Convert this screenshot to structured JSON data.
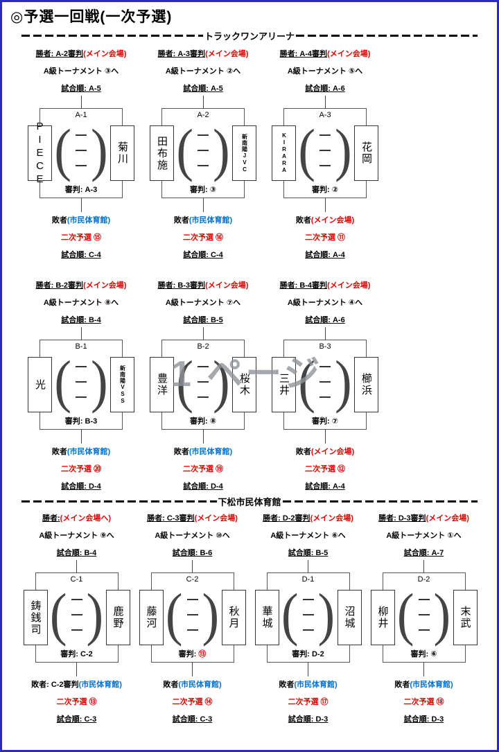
{
  "page": {
    "title": "◎予選一回戦(一次予選)",
    "watermark": "1 ページ",
    "accent_red": "#e60000",
    "accent_blue": "#0070d0",
    "border_blue": "#2a2ac2"
  },
  "venues": [
    {
      "name": "トラックワンアリーナ",
      "row_class": "row-a-b",
      "rows": [
        {
          "units": [
            {
              "winner_main": "勝者: A-2審判",
              "winner_paren": "(メイン会場)",
              "advance": "A級トーナメント ③へ",
              "order_top": "試合順: A-5",
              "match_id": "A-1",
              "team_left": "PIECE",
              "team_left_small": false,
              "team_right": "菊川",
              "team_right_small": false,
              "referee_label": "審判:",
              "referee_value": "A-3",
              "referee_red": false,
              "loser_main": "敗者",
              "loser_paren": "(市民体育館)",
              "loser_paren_color": "blue",
              "second_round": "二次予選 ⑮",
              "order_bottom": "試合順: C-4"
            },
            {
              "winner_main": "勝者: A-3審判",
              "winner_paren": "(メイン会場)",
              "advance": "A級トーナメント ②へ",
              "order_top": "試合順: A-5",
              "match_id": "A-2",
              "team_left": "田布施",
              "team_left_small": false,
              "team_right": "新南陽JVC",
              "team_right_small": true,
              "referee_label": "審判:",
              "referee_value": "③",
              "referee_red": false,
              "loser_main": "敗者",
              "loser_paren": "(市民体育館)",
              "loser_paren_color": "blue",
              "second_round": "二次予選 ⑯",
              "order_bottom": "試合順: C-4"
            },
            {
              "winner_main": "勝者: A-4審判",
              "winner_paren": "(メイン会場)",
              "advance": "A級トーナメント ⑤へ",
              "order_top": "試合順: A-6",
              "match_id": "A-3",
              "team_left": "KIRARA",
              "team_left_small": true,
              "team_right": "花岡",
              "team_right_small": false,
              "referee_label": "審判:",
              "referee_value": "②",
              "referee_red": false,
              "loser_main": "敗者",
              "loser_paren": "(メイン会場)",
              "loser_paren_color": "red",
              "second_round": "二次予選 ⑪",
              "order_bottom": "試合順: A-4"
            }
          ]
        },
        {
          "units": [
            {
              "winner_main": "勝者: B-2審判",
              "winner_paren": "(メイン会場)",
              "advance": "A級トーナメント ⑧へ",
              "order_top": "試合順: B-4",
              "match_id": "B-1",
              "team_left": "光",
              "team_left_small": false,
              "team_right": "新南陽VSS",
              "team_right_small": true,
              "referee_label": "審判:",
              "referee_value": "B-3",
              "referee_red": false,
              "loser_main": "敗者",
              "loser_paren": "(市民体育館)",
              "loser_paren_color": "blue",
              "second_round": "二次予選 ⑳",
              "order_bottom": "試合順: D-4"
            },
            {
              "winner_main": "勝者: B-3審判",
              "winner_paren": "(メイン会場)",
              "advance": "A級トーナメント ⑦へ",
              "order_top": "試合順: B-5",
              "match_id": "B-2",
              "team_left": "豊洋",
              "team_left_small": false,
              "team_right": "桜木",
              "team_right_small": false,
              "referee_label": "審判:",
              "referee_value": "⑧",
              "referee_red": false,
              "loser_main": "敗者",
              "loser_paren": "(市民体育館)",
              "loser_paren_color": "blue",
              "second_round": "二次予選 ⑲",
              "order_bottom": "試合順: D-4"
            },
            {
              "winner_main": "勝者: B-4審判",
              "winner_paren": "(メイン会場)",
              "advance": "A級トーナメント ④へ",
              "order_top": "試合順: A-6",
              "match_id": "B-3",
              "team_left": "三井",
              "team_left_small": false,
              "team_right": "櫛浜",
              "team_right_small": false,
              "referee_label": "審判:",
              "referee_value": "⑦",
              "referee_red": false,
              "loser_main": "敗者",
              "loser_paren": "(メイン会場)",
              "loser_paren_color": "red",
              "second_round": "二次予選 ⑫",
              "order_bottom": "試合順: A-4"
            }
          ]
        }
      ]
    },
    {
      "name": "下松市民体育館",
      "rows": [
        {
          "units": [
            {
              "winner_main": "勝者:",
              "winner_paren": "(メイン会場へ)",
              "advance": "A級トーナメント ⑨へ",
              "order_top": "試合順: B-4",
              "match_id": "C-1",
              "team_left": "鋳銭司",
              "team_left_small": false,
              "team_right": "鹿野",
              "team_right_small": false,
              "referee_label": "審判:",
              "referee_value": "C-2",
              "referee_red": false,
              "loser_main": "敗者: C-2審判",
              "loser_paren": "(市民体育館)",
              "loser_paren_color": "blue",
              "second_round": "二次予選 ⑬",
              "order_bottom": "試合順: C-3"
            },
            {
              "winner_main": "勝者: C-3審判",
              "winner_paren": "(メイン会場)",
              "advance": "A級トーナメント ⑩へ",
              "order_top": "試合順: B-6",
              "match_id": "C-2",
              "team_left": "藤河",
              "team_left_small": false,
              "team_right": "秋月",
              "team_right_small": false,
              "referee_label": "審判:",
              "referee_value": "⑬",
              "referee_red": true,
              "loser_main": "敗者",
              "loser_paren": "(市民体育館)",
              "loser_paren_color": "blue",
              "second_round": "二次予選 ⑭",
              "order_bottom": "試合順: C-3"
            },
            {
              "winner_main": "勝者: D-2審判",
              "winner_paren": "(メイン会場)",
              "advance": "A級トーナメント ⑥へ",
              "order_top": "試合順: B-5",
              "match_id": "D-1",
              "team_left": "華城",
              "team_left_small": false,
              "team_right": "沼城",
              "team_right_small": false,
              "referee_label": "審判:",
              "referee_value": "D-2",
              "referee_red": false,
              "loser_main": "敗者",
              "loser_paren": "(市民体育館)",
              "loser_paren_color": "blue",
              "second_round": "二次予選 ⑰",
              "order_bottom": "試合順: D-3"
            },
            {
              "winner_main": "勝者: D-3審判",
              "winner_paren": "(メイン会場)",
              "advance": "A級トーナメント ①へ",
              "order_top": "試合順: A-7",
              "match_id": "D-2",
              "team_left": "柳井",
              "team_left_small": false,
              "team_right": "末武",
              "team_right_small": false,
              "referee_label": "審判:",
              "referee_value": "⑥",
              "referee_red": false,
              "loser_main": "敗者",
              "loser_paren": "(市民体育館)",
              "loser_paren_color": "blue",
              "second_round": "二次予選 ⑱",
              "order_bottom": "試合順: D-3"
            }
          ]
        }
      ]
    }
  ]
}
